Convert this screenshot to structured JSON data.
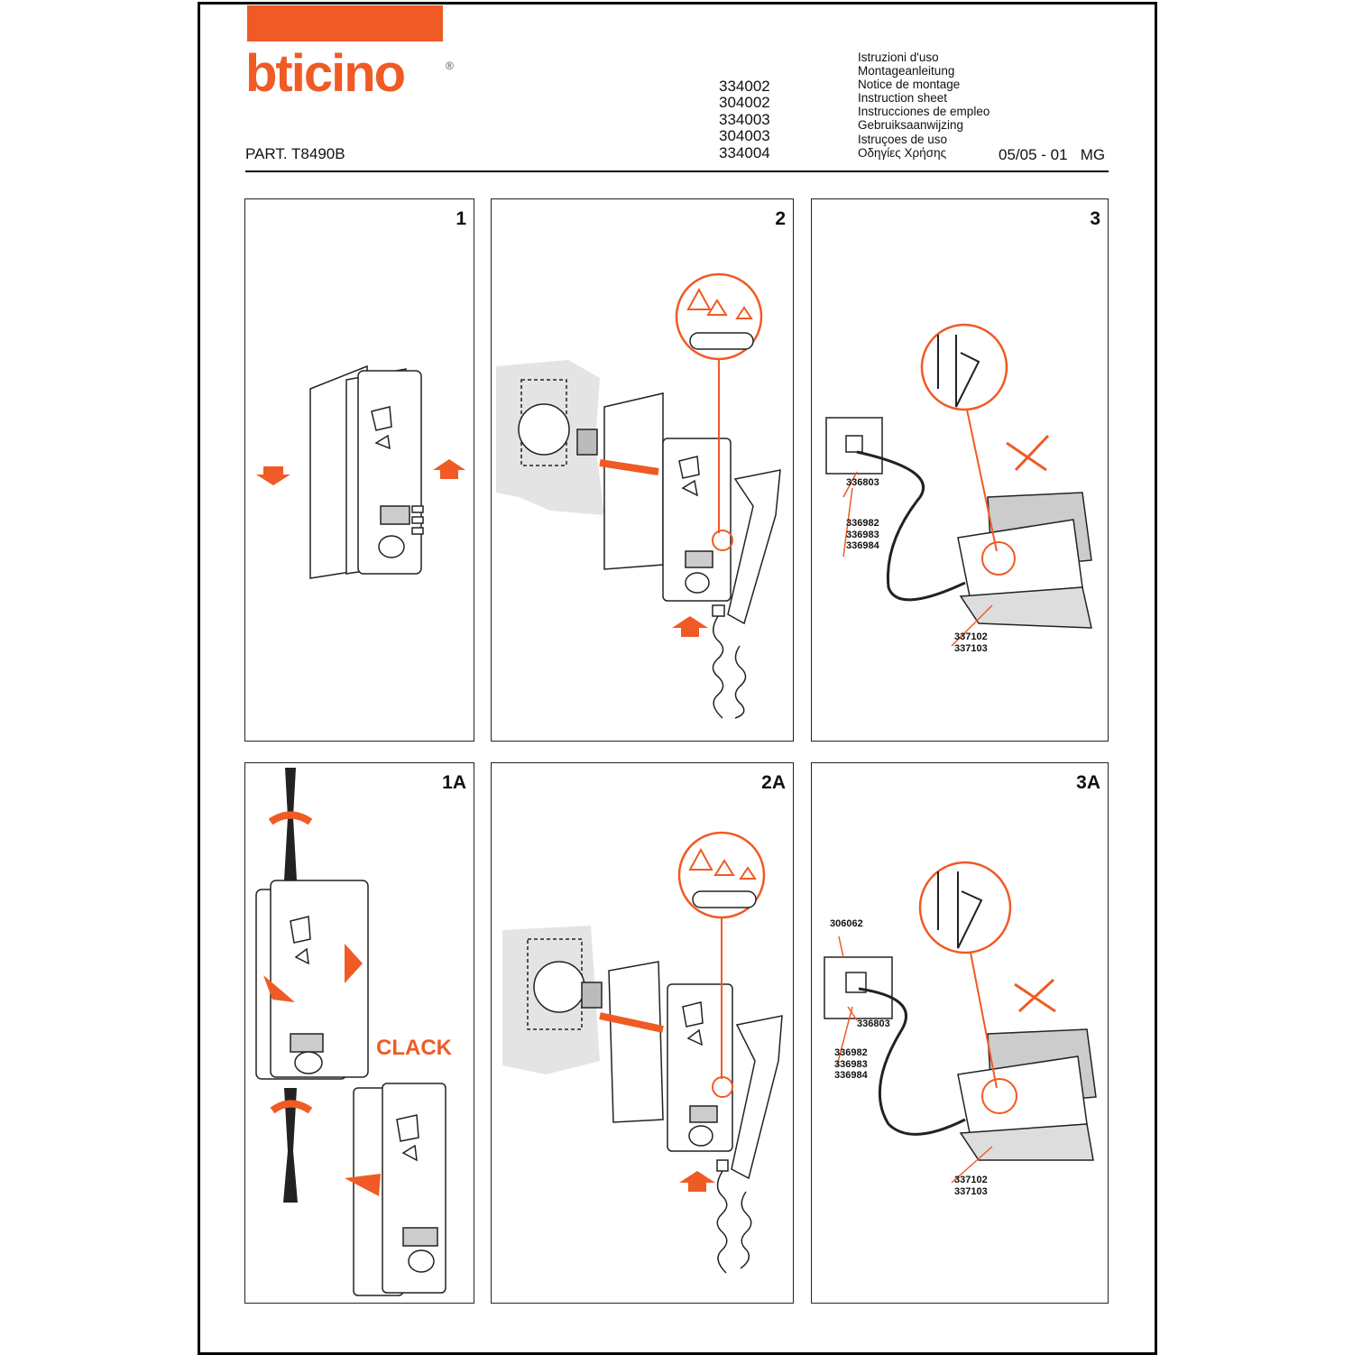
{
  "header": {
    "brand": "bticino",
    "brand_reg": "®",
    "part_number": "PART. T8490B",
    "product_codes": [
      "334002",
      "304002",
      "334003",
      "304003",
      "334004"
    ],
    "languages": [
      "Istruzioni d'uso",
      "Montageanleitung",
      "Notice de montage",
      "Instruction sheet",
      "Instrucciones de empleo",
      "Gebruiksaanwijzing",
      "Istruçoes de uso",
      "Οδηγίες Χρήσης"
    ],
    "date": "05/05 - 01   MG"
  },
  "panels": [
    {
      "number": "1"
    },
    {
      "number": "2"
    },
    {
      "number": "3",
      "labels": {
        "socket": "336803",
        "cables": [
          "336982",
          "336983",
          "336984"
        ],
        "bases": [
          "337102",
          "337103"
        ]
      }
    },
    {
      "number": "1A",
      "clack": "CLACK"
    },
    {
      "number": "2A"
    },
    {
      "number": "3A",
      "labels": {
        "plate": "306062",
        "socket": "336803",
        "cables": [
          "336982",
          "336983",
          "336984"
        ],
        "bases": [
          "337102",
          "337103"
        ]
      }
    }
  ],
  "colors": {
    "accent": "#f05a24",
    "wall": "#e4e4e4",
    "line": "#222222"
  }
}
